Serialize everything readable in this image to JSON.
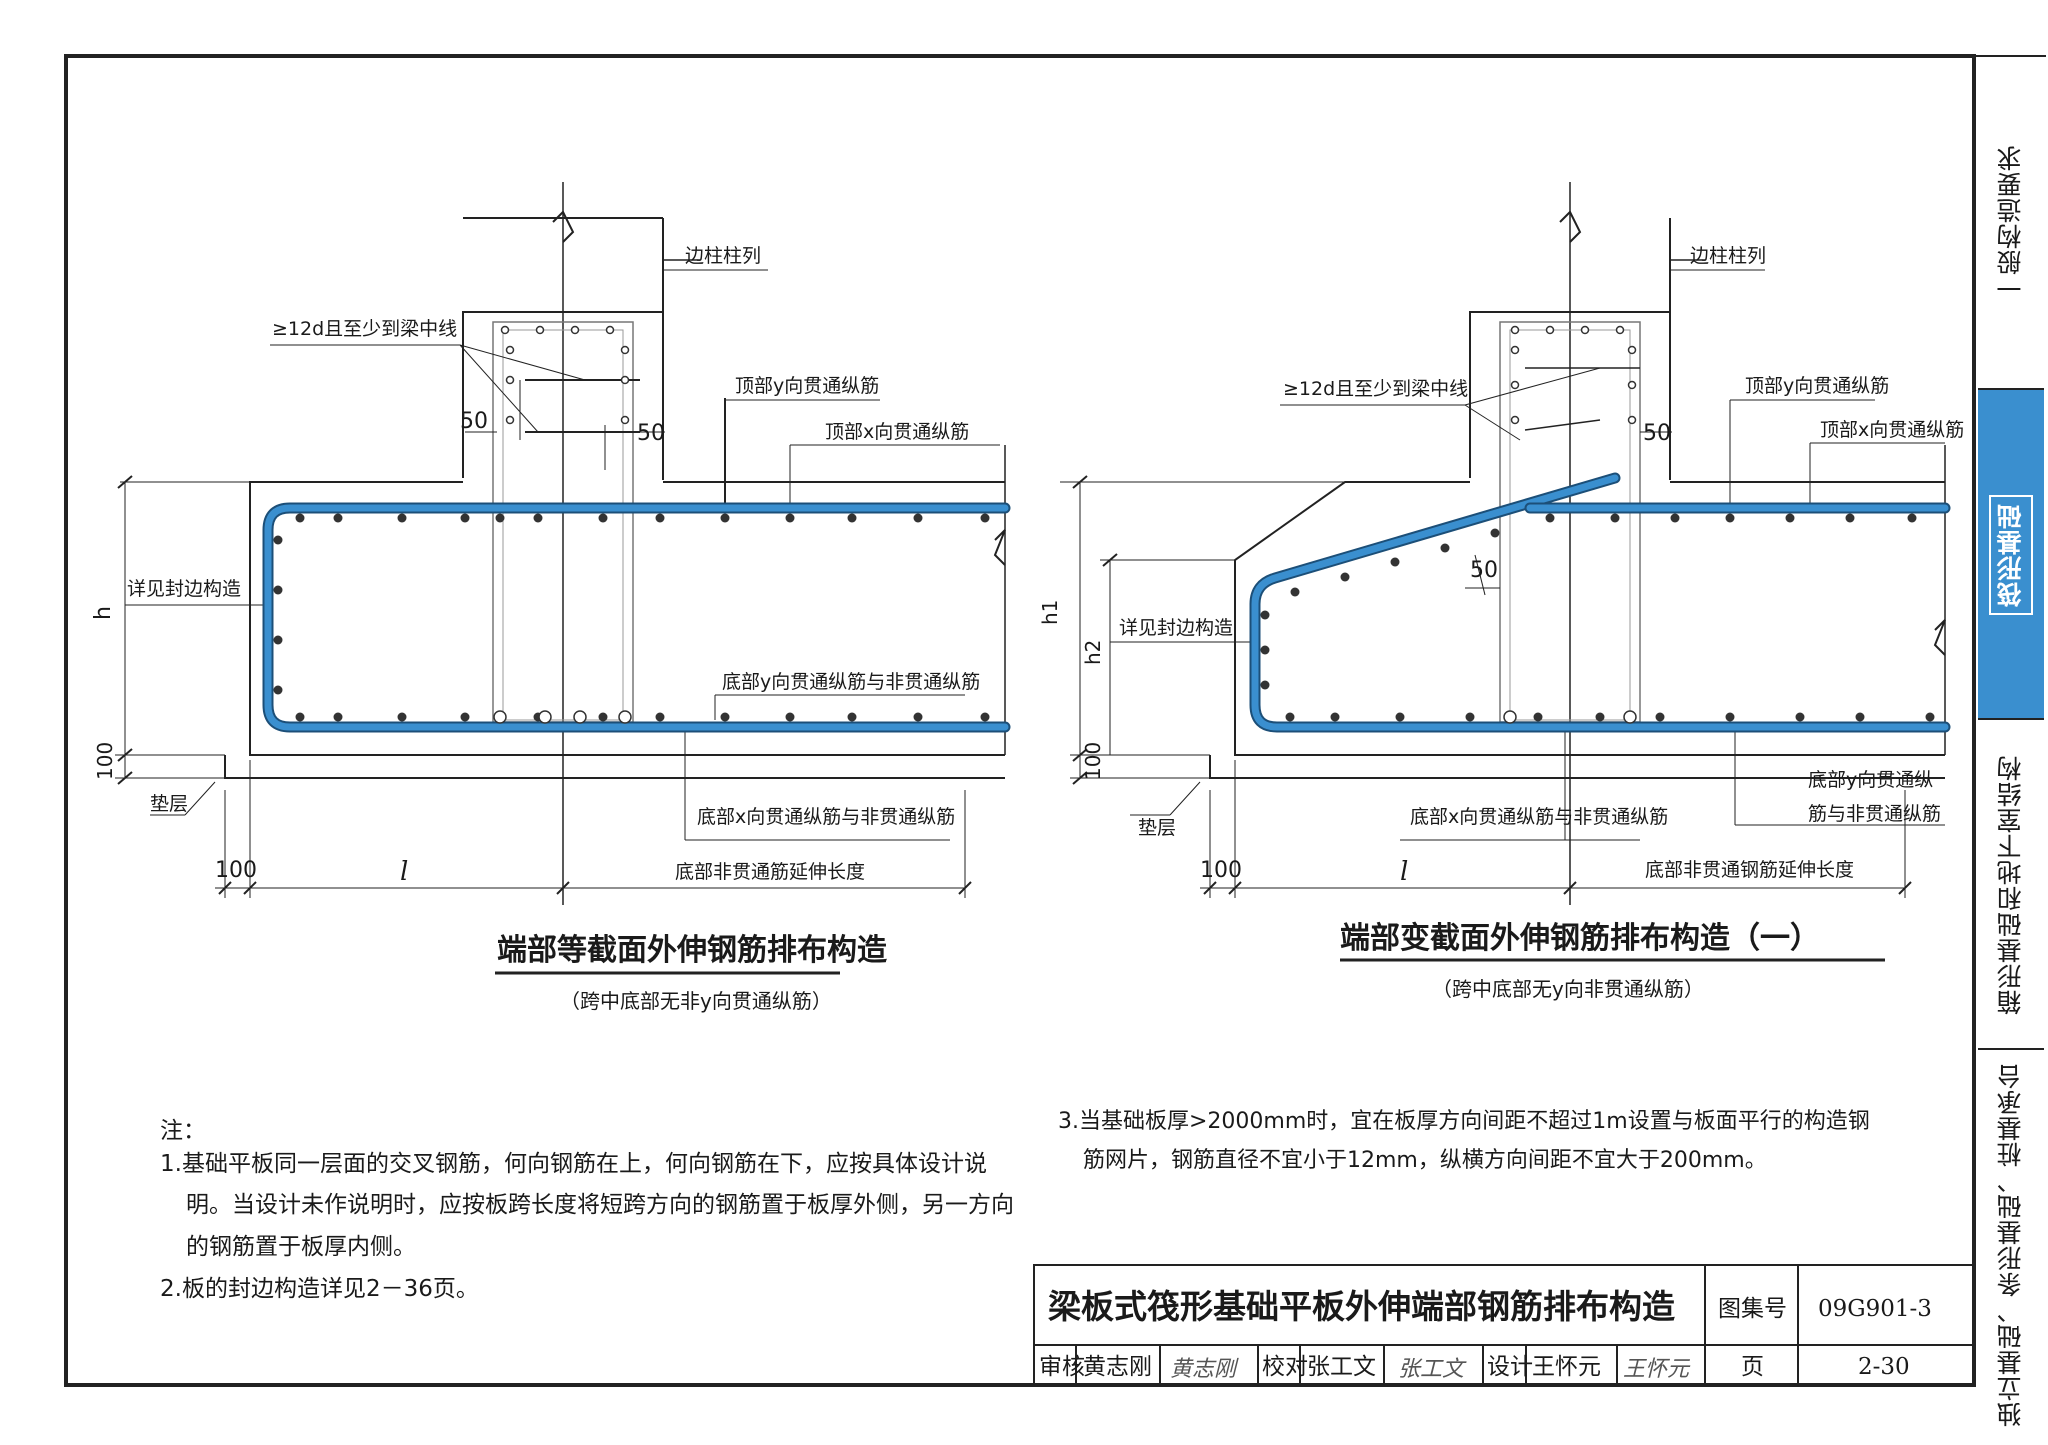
{
  "side_tabs": [
    {
      "label": "一般构造要求"
    },
    {
      "label": "筏形基础"
    },
    {
      "label": "箱形基础和地下室结构"
    },
    {
      "label": "独立基础、条形基础、桩基承台"
    }
  ],
  "left": {
    "column_label": "边柱柱列",
    "anchor_label": "≥12d且至少到梁中线",
    "dim_50_left": "50",
    "dim_50_right": "50",
    "top_y_label": "顶部y向贯通纵筋",
    "top_x_label": "顶部x向贯通纵筋",
    "edge_label": "详见封边构造",
    "h_label": "h",
    "dim_100_side": "100",
    "bottom_y_label": "底部y向贯通纵筋与非贯通纵筋",
    "bottom_x_label": "底部x向贯通纵筋与非贯通纵筋",
    "cushion_label": "垫层",
    "dim_100_bottom": "100",
    "l_label": "l",
    "extend_label": "底部非贯通筋延伸长度",
    "title": "端部等截面外伸钢筋排布构造",
    "subtitle": "（跨中底部无非y向贯通纵筋）"
  },
  "right": {
    "column_label": "边柱柱列",
    "anchor_label": "≥12d且至少到梁中线",
    "dim_50_right": "50",
    "dim_50_mid": "50",
    "top_y_label": "顶部y向贯通纵筋",
    "top_x_label": "顶部x向贯通纵筋",
    "edge_label": "详见封边构造",
    "h1_label": "h1",
    "h2_label": "h2",
    "dim_100_side": "100",
    "bottom_y_label": "底部y向贯通纵",
    "bottom_y_label2": "筋与非贯通纵筋",
    "bottom_x_label": "底部x向贯通纵筋与非贯通纵筋",
    "cushion_label": "垫层",
    "dim_100_bottom": "100",
    "l_label": "l",
    "extend_label": "底部非贯通钢筋延伸长度",
    "title": "端部变截面外伸钢筋排布构造（一）",
    "subtitle": "（跨中底部无y向非贯通纵筋）"
  },
  "notes": {
    "heading": "注：",
    "n1_line1": "1.基础平板同一层面的交叉钢筋，何向钢筋在上，何向钢筋在下，应按具体设计说",
    "n1_line2": "明。当设计未作说明时，应按板跨长度将短跨方向的钢筋置于板厚外侧，另一方向",
    "n1_line3": "的钢筋置于板厚内侧。",
    "n2": "2.板的封边构造详见2－36页。",
    "n3_line1": "3.当基础板厚>2000mm时，宜在板厚方向间距不超过1m设置与板面平行的构造钢",
    "n3_line2": "筋网片，钢筋直径不宜小于12mm，纵横方向间距不宜大于200mm。"
  },
  "title_block": {
    "title": "梁板式筏形基础平板外伸端部钢筋排布构造",
    "atlas_label": "图集号",
    "atlas_no": "09G901-3",
    "review_label": "审核",
    "reviewer": "黄志刚",
    "reviewer_sig": "黄志刚",
    "check_label": "校对",
    "checker": "张工文",
    "checker_sig": "张工文",
    "design_label": "设计",
    "designer": "王怀元",
    "designer_sig": "王怀元",
    "page_label": "页",
    "page_no": "2-30"
  },
  "colors": {
    "rebar": "#3a8fcf",
    "rebar_edge": "#1c4f78",
    "line": "#222222",
    "tab_active": "#3a8fcf"
  }
}
